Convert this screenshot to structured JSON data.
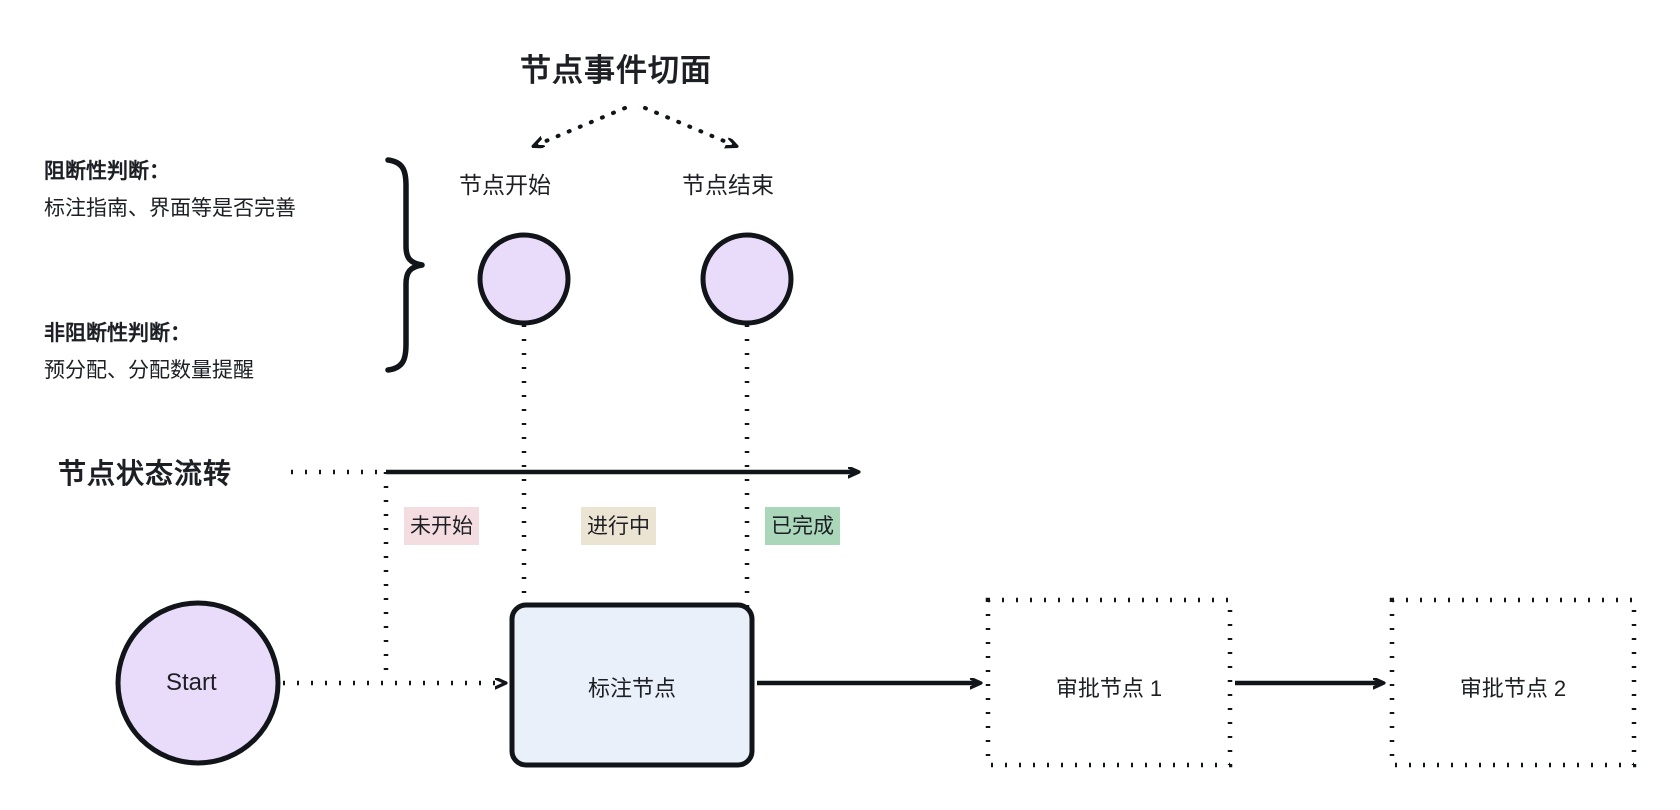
{
  "diagram": {
    "title": "节点事件切面",
    "events": [
      {
        "label": "节点开始"
      },
      {
        "label": "节点结束"
      }
    ],
    "annotations": [
      {
        "heading": "阻断性判断：",
        "body": "标注指南、界面等是否完善"
      },
      {
        "heading": "非阻断性判断：",
        "body": "预分配、分配数量提醒"
      }
    ],
    "flow_axis_title": "节点状态流转",
    "status_badges": [
      {
        "label": "未开始",
        "color": "#f4dde0"
      },
      {
        "label": "进行中",
        "color": "#ece4d2"
      },
      {
        "label": "已完成",
        "color": "#aad6b9"
      }
    ],
    "nodes": [
      {
        "id": "start",
        "label": "Start",
        "shape": "circle",
        "fill": "#e9dcfa"
      },
      {
        "id": "annotate",
        "label": "标注节点",
        "shape": "rounded-rect",
        "fill": "#eaf0fa"
      },
      {
        "id": "approve1",
        "label": "审批节点 1",
        "shape": "dotted-rect",
        "fill": "#ffffff"
      },
      {
        "id": "approve2",
        "label": "审批节点 2",
        "shape": "dotted-rect",
        "fill": "#ffffff"
      }
    ],
    "event_circles": [
      {
        "id": "node-start-circle",
        "fill": "#e9dcfa"
      },
      {
        "id": "node-end-circle",
        "fill": "#e9dcfa"
      }
    ],
    "colors": {
      "stroke": "#111418",
      "lavender": "#e9dcfa",
      "light_blue": "#eaf0fa",
      "background": "#ffffff"
    }
  }
}
